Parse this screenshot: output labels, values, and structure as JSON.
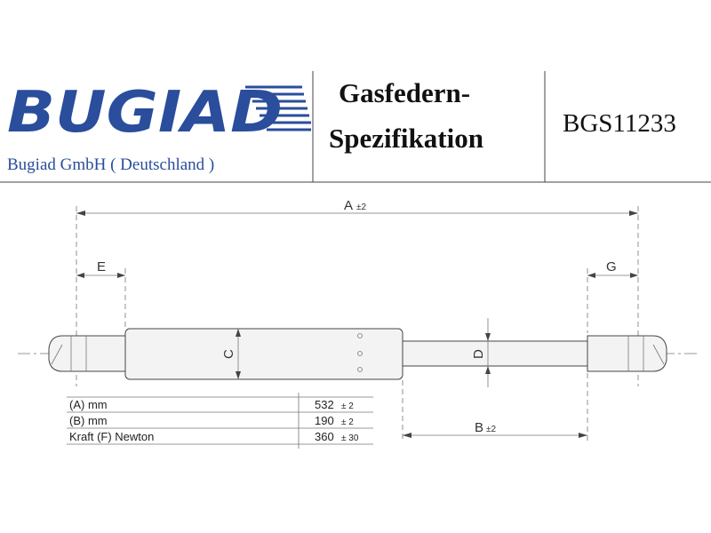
{
  "header": {
    "brand": "BUGIAD",
    "company": "Bugiad GmbH ( Deutschland )",
    "title_line1": "Gasfedern-",
    "title_line2": "Spezifikation",
    "part_number": "BGS11233",
    "brand_color": "#2a4d9c"
  },
  "drawing": {
    "dim_a": "A",
    "dim_a_tol": "±2",
    "dim_b": "B",
    "dim_b_tol": "±2",
    "dim_c": "C",
    "dim_d": "D",
    "dim_e": "E",
    "dim_g": "G"
  },
  "spec_table": {
    "rows": [
      {
        "label": "(A) mm",
        "value": "532",
        "tol": "± 2"
      },
      {
        "label": "(B) mm",
        "value": "190",
        "tol": "± 2"
      },
      {
        "label": "Kraft (F) Newton",
        "value": "360",
        "tol": "± 30"
      }
    ]
  }
}
